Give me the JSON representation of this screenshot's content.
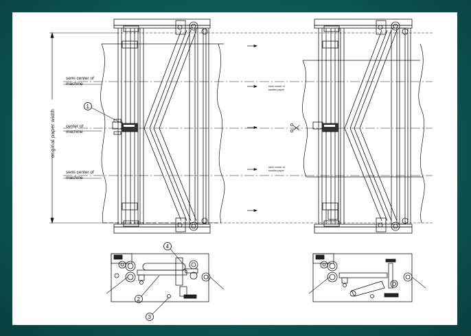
{
  "diagram": {
    "vertical_label": "original paper width",
    "left_labels": {
      "semi_top_1": "semi center of",
      "semi_top_2": "machine",
      "center_1": "center of",
      "center_2": "machine",
      "semi_bottom_1": "semi center of",
      "semi_bottom_2": "machine"
    },
    "right_labels": {
      "semi_top_1": "semi center of",
      "semi_top_2": "smaller paper",
      "semi_bottom_1": "semi center of",
      "semi_bottom_2": "smaller paper"
    },
    "callouts": [
      "1",
      "2",
      "3",
      "4"
    ],
    "icons": [
      "scissors-icon"
    ]
  }
}
